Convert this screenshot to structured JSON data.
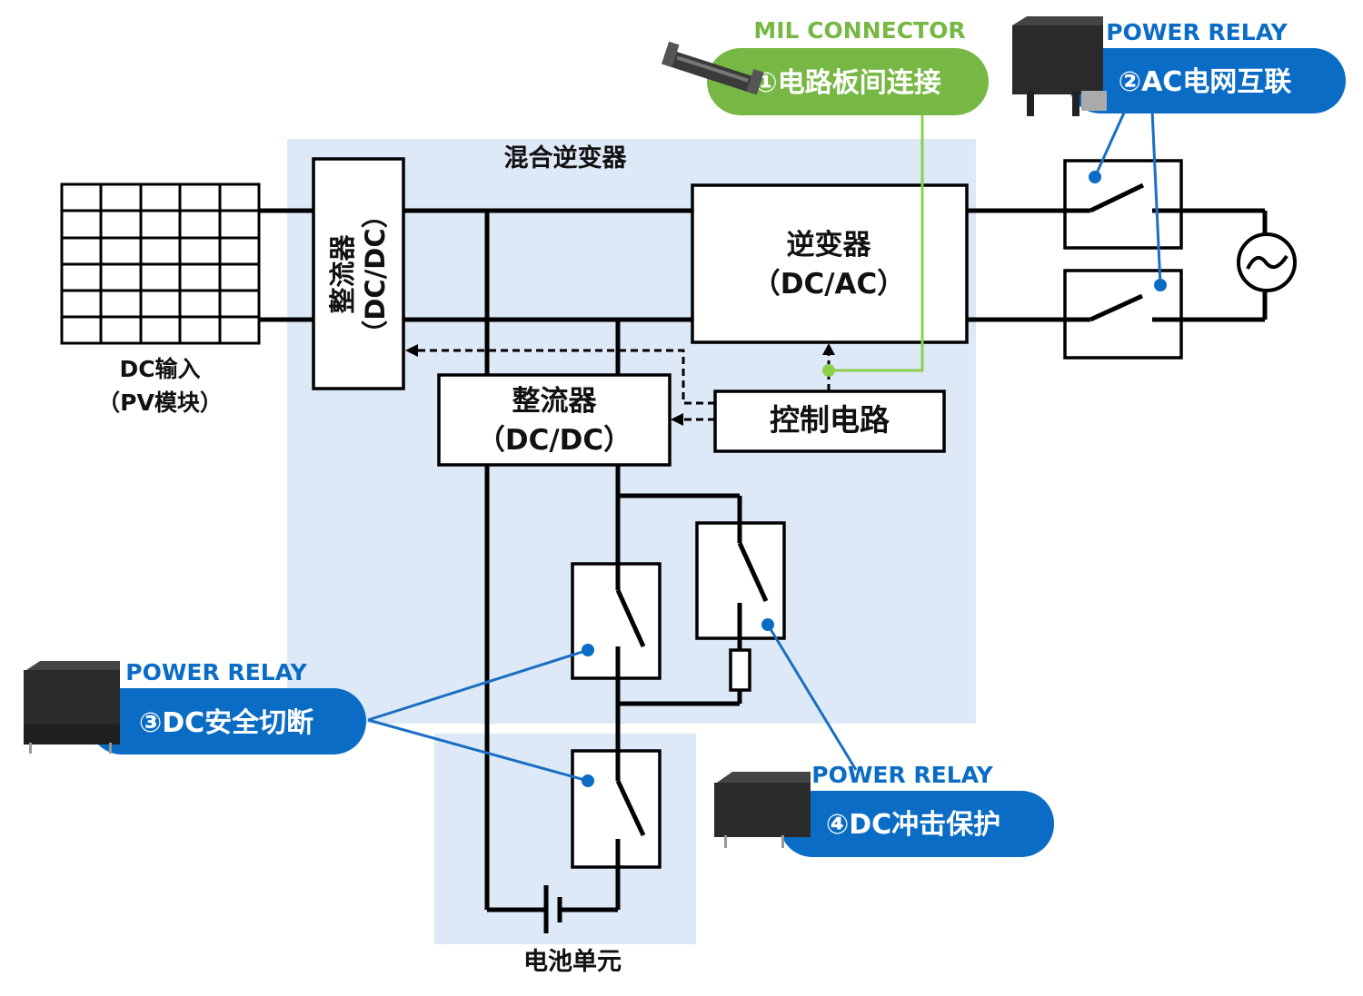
{
  "title": "混合逆变器",
  "colors": {
    "region": "#dde9f6",
    "wire": "#000000",
    "green": "#76b843",
    "green_line": "#8cd04a",
    "blue": "#0a6cc4",
    "blue_line": "#1a6fc4"
  },
  "pv": {
    "label_line1": "DC输入",
    "label_line2": "（PV模块）"
  },
  "blocks": {
    "rectifier_left": {
      "line1": "整流器",
      "line2": "（DC/DC）"
    },
    "inverter": {
      "line1": "逆变器",
      "line2": "（DC/AC）"
    },
    "rectifier_mid": {
      "line1": "整流器",
      "line2": "（DC/DC）"
    },
    "control": {
      "label": "控制电路"
    }
  },
  "battery": {
    "label": "电池单元"
  },
  "grid": {
    "icon": "ac-source-icon"
  },
  "callouts": [
    {
      "id": "mil",
      "product": "MIL CONNECTOR",
      "text": "①电路板间连接",
      "color": "green"
    },
    {
      "id": "ac",
      "product": "POWER RELAY",
      "text": "②AC电网互联",
      "color": "blue"
    },
    {
      "id": "dc-safety",
      "product": "POWER RELAY",
      "text": "③DC安全切断",
      "color": "blue"
    },
    {
      "id": "dc-inrush",
      "product": "POWER RELAY",
      "text": "④DC冲击保护",
      "color": "blue"
    }
  ]
}
